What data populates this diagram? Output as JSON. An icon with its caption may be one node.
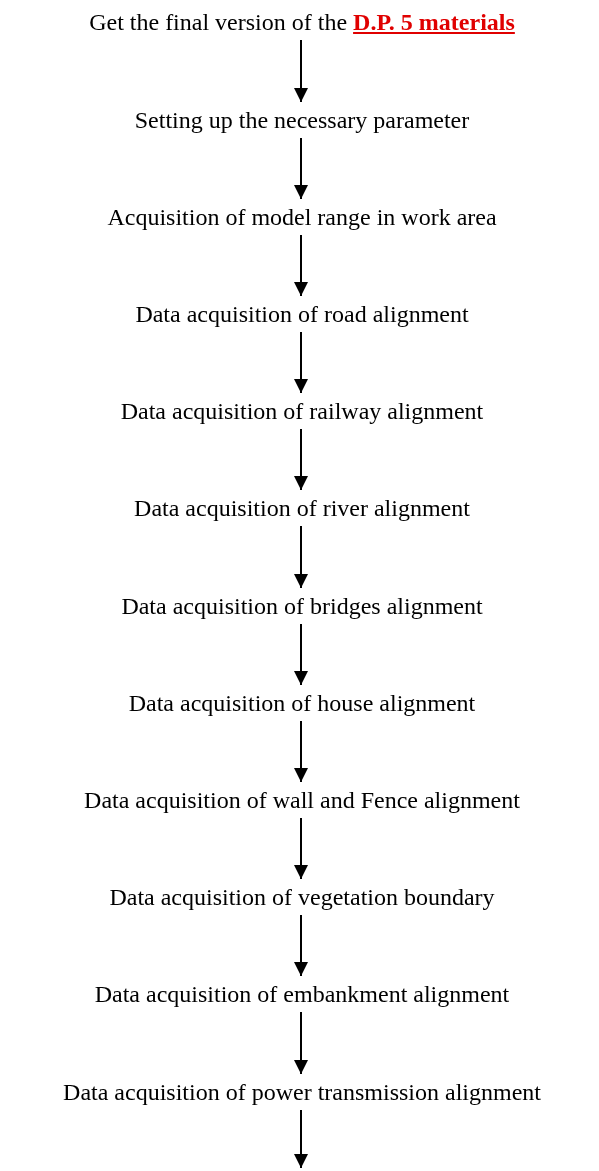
{
  "diagram": {
    "nodes": [
      {
        "text": [
          "Get the final version of the **D.P. 5 materials**"
        ]
      },
      {
        "text": [
          "Setting up the necessary parameter"
        ]
      },
      {
        "text": [
          "Acquisition of model range in work area"
        ]
      },
      {
        "text": [
          "Data acquisition of road alignment"
        ]
      },
      {
        "text": [
          "Data acquisition of railway alignment"
        ]
      },
      {
        "text": [
          "Data acquisition of river alignment"
        ]
      },
      {
        "text": [
          "Data acquisition of bridges alignment"
        ]
      },
      {
        "text": [
          "Data acquisition of house alignment"
        ]
      },
      {
        "text": [
          "Data acquisition of wall and Fence alignment"
        ]
      },
      {
        "text": [
          "Data acquisition of vegetation boundary"
        ]
      },
      {
        "text": [
          "Data acquisition of embankment alignment"
        ]
      },
      {
        "text": [
          "Data acquisition of power transmission alignment"
        ]
      }
    ],
    "edges": [
      {
        "from": 0,
        "to": 1,
        "arrow": "to"
      },
      {
        "from": 1,
        "to": 2,
        "arrow": "to"
      },
      {
        "from": 2,
        "to": 3,
        "arrow": "to"
      },
      {
        "from": 3,
        "to": 4,
        "arrow": "to"
      },
      {
        "from": 4,
        "to": 5,
        "arrow": "to"
      },
      {
        "from": 5,
        "to": 6,
        "arrow": "to"
      },
      {
        "from": 6,
        "to": 7,
        "arrow": "to"
      },
      {
        "from": 7,
        "to": 8,
        "arrow": "to"
      },
      {
        "from": 8,
        "to": 9,
        "arrow": "to"
      },
      {
        "from": 9,
        "to": 10,
        "arrow": "to"
      },
      {
        "from": 10,
        "to": 11,
        "arrow": "to"
      },
      {
        "from": 11,
        "to": null,
        "arrow": "to"
      }
    ]
  }
}
